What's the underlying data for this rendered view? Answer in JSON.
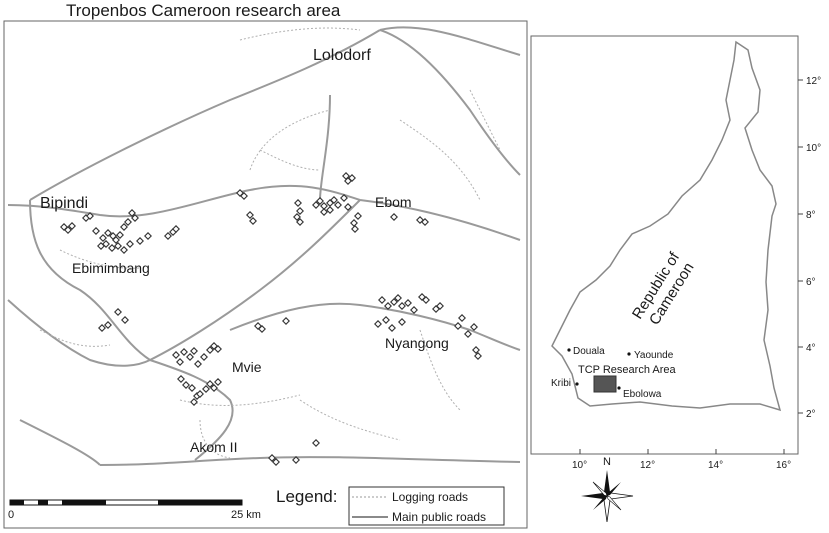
{
  "title": "Tropenbos Cameroon research area",
  "places": {
    "lolodorf": "Lolodorf",
    "bipindi": "Bipindi",
    "ebom": "Ebom",
    "ebimimbang": "Ebimimbang",
    "nyangong": "Nyangong",
    "mvie": "Mvie",
    "akom": "Akom II"
  },
  "scalebar": {
    "start": "0",
    "end": "25 km"
  },
  "legend": {
    "title": "Legend:",
    "items": [
      {
        "label": "Logging roads",
        "style": "dotted"
      },
      {
        "label": "Main public roads",
        "style": "solid"
      }
    ]
  },
  "inset": {
    "country": [
      "Republic of",
      "Cameroon"
    ],
    "cities": {
      "douala": "Douala",
      "yaounde": "Yaounde",
      "kribi": "Kribi",
      "ebolowa": "Ebolowa"
    },
    "research_area": "TCP Research Area",
    "lat_ticks": [
      "2°",
      "4°",
      "6°",
      "8°",
      "10°",
      "12°"
    ],
    "lon_ticks": [
      "10°",
      "12°",
      "14°",
      "16°"
    ]
  },
  "north": "N",
  "colors": {
    "road": "#9a9a9a",
    "logging": "#b0b0b0",
    "marker_stroke": "#333333",
    "research_box": "#555555"
  }
}
